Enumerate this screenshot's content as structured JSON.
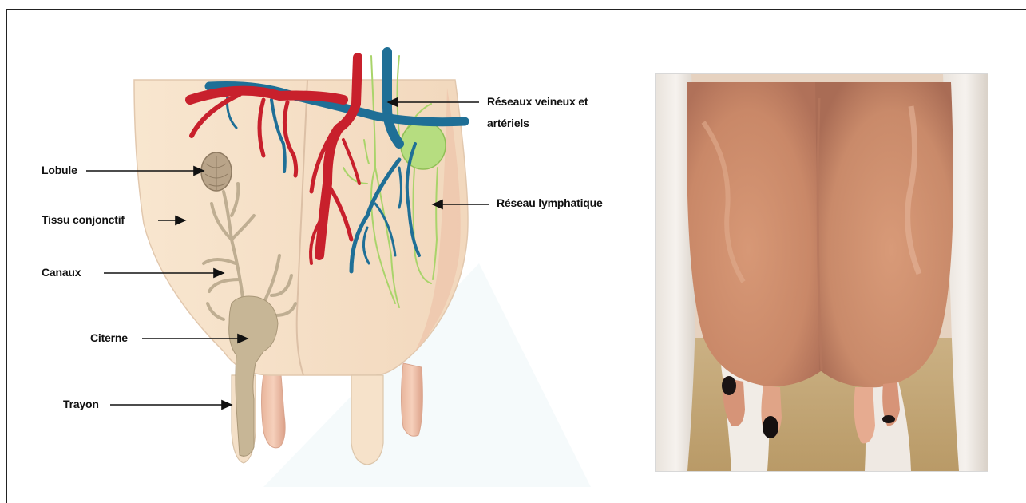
{
  "labels": {
    "lobule": "Lobule",
    "tissu": "Tissu conjonctif",
    "canaux": "Canaux",
    "citerne": "Citerne",
    "trayon": "Trayon",
    "reseaux_line1": "Réseaux veineux et",
    "reseaux_line2": "artériels",
    "lymph": "Réseau lymphatique"
  },
  "colors": {
    "tissue": "#f6e3cc",
    "tissue_edge": "#e2c8ae",
    "artery": "#c8202c",
    "vein": "#1f6f96",
    "lymph": "#a9d46a",
    "duct": "#bdad92",
    "photo_skin": "#d69b7a",
    "photo_ground": "#c9a872"
  },
  "icons": {
    "arrow": "arrow-right-icon"
  }
}
